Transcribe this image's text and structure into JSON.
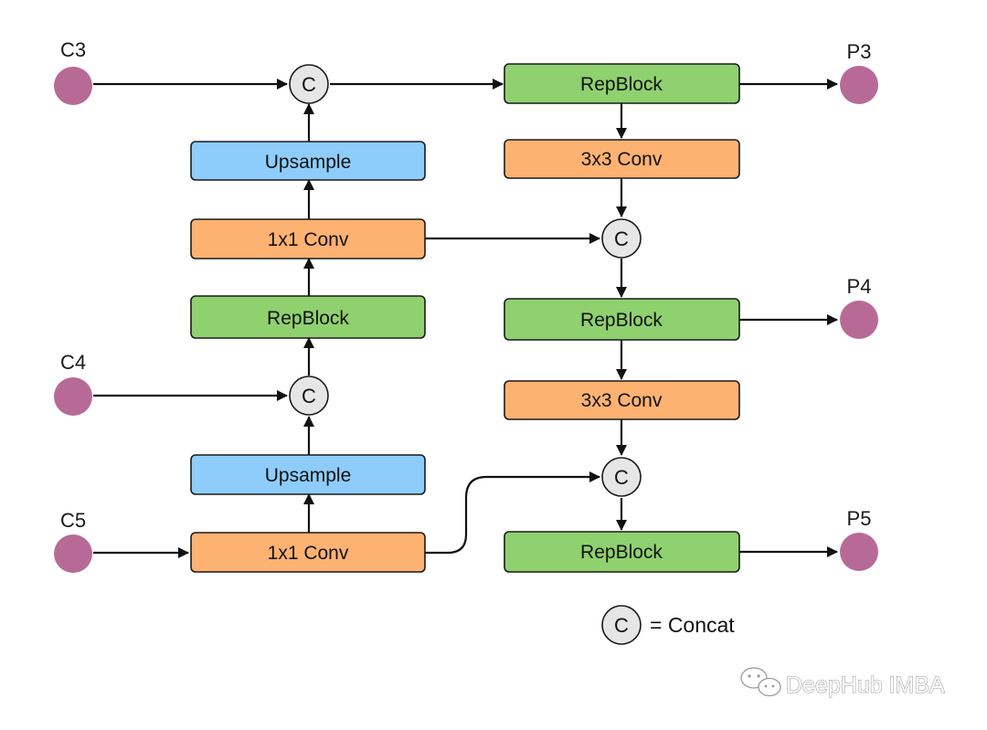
{
  "inputs": {
    "c3": "C3",
    "c4": "C4",
    "c5": "C5"
  },
  "outputs": {
    "p3": "P3",
    "p4": "P4",
    "p5": "P5"
  },
  "blocks": {
    "repblock": "RepBlock",
    "upsample": "Upsample",
    "conv1x1": "1x1 Conv",
    "conv3x3": "3x3 Conv"
  },
  "concat_symbol": "C",
  "legend": {
    "symbol": "C",
    "text": "= Concat"
  },
  "watermark": "DeepHub IMBA",
  "colors": {
    "io_node": "#b86a97",
    "repblock": "#8fd16f",
    "upsample": "#8ecdfb",
    "conv": "#fdb272",
    "concat": "#e6e6e6",
    "stroke": "#1a1a1a"
  },
  "icons": {
    "watermark_logo": "wechat-icon"
  }
}
